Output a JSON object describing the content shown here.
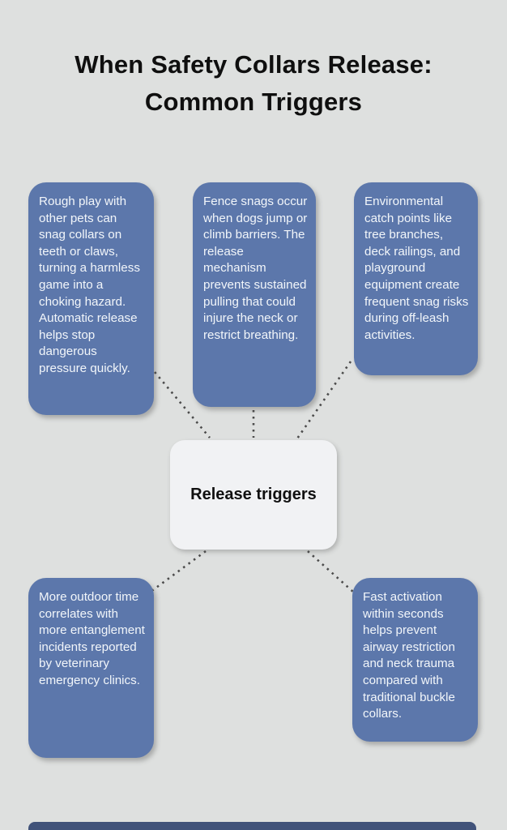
{
  "title": {
    "full": "When Safety Collars Release: Common Triggers",
    "line1": "When Safety Collars Release:",
    "line2": "Common Triggers"
  },
  "center_node": {
    "label": "Release triggers"
  },
  "nodes": [
    {
      "id": "rough-play",
      "position": "top-left",
      "text": "Rough play with other pets can snag collars on teeth or claws, turning a harmless game into a choking hazard. Automatic release helps stop dangerous pressure quickly."
    },
    {
      "id": "fence-snags",
      "position": "top-middle",
      "text": "Fence snags occur when dogs jump or climb barriers. The release mechanism prevents sustained pulling that could injure the neck or restrict breathing."
    },
    {
      "id": "environmental-catch-points",
      "position": "top-right",
      "text": "Environmental catch points like tree branches, deck railings, and playground equipment create frequent snag risks during off-leash activities."
    },
    {
      "id": "outdoor-time",
      "position": "bottom-left",
      "text": "More outdoor time correlates with more entanglement incidents reported by veterinary emergency clinics."
    },
    {
      "id": "fast-activation",
      "position": "bottom-right",
      "text": "Fast activation within seconds helps prevent airway restriction and neck trauma compared with traditional buckle collars."
    }
  ],
  "colors": {
    "background": "#dee0df",
    "card_blue": "#5c77ab",
    "card_text": "#f2f6fa",
    "center_node_bg": "#f1f2f4",
    "title_text": "#0f0f0f",
    "connector": "#4b4b4b",
    "footer_bar": "#41537a"
  }
}
